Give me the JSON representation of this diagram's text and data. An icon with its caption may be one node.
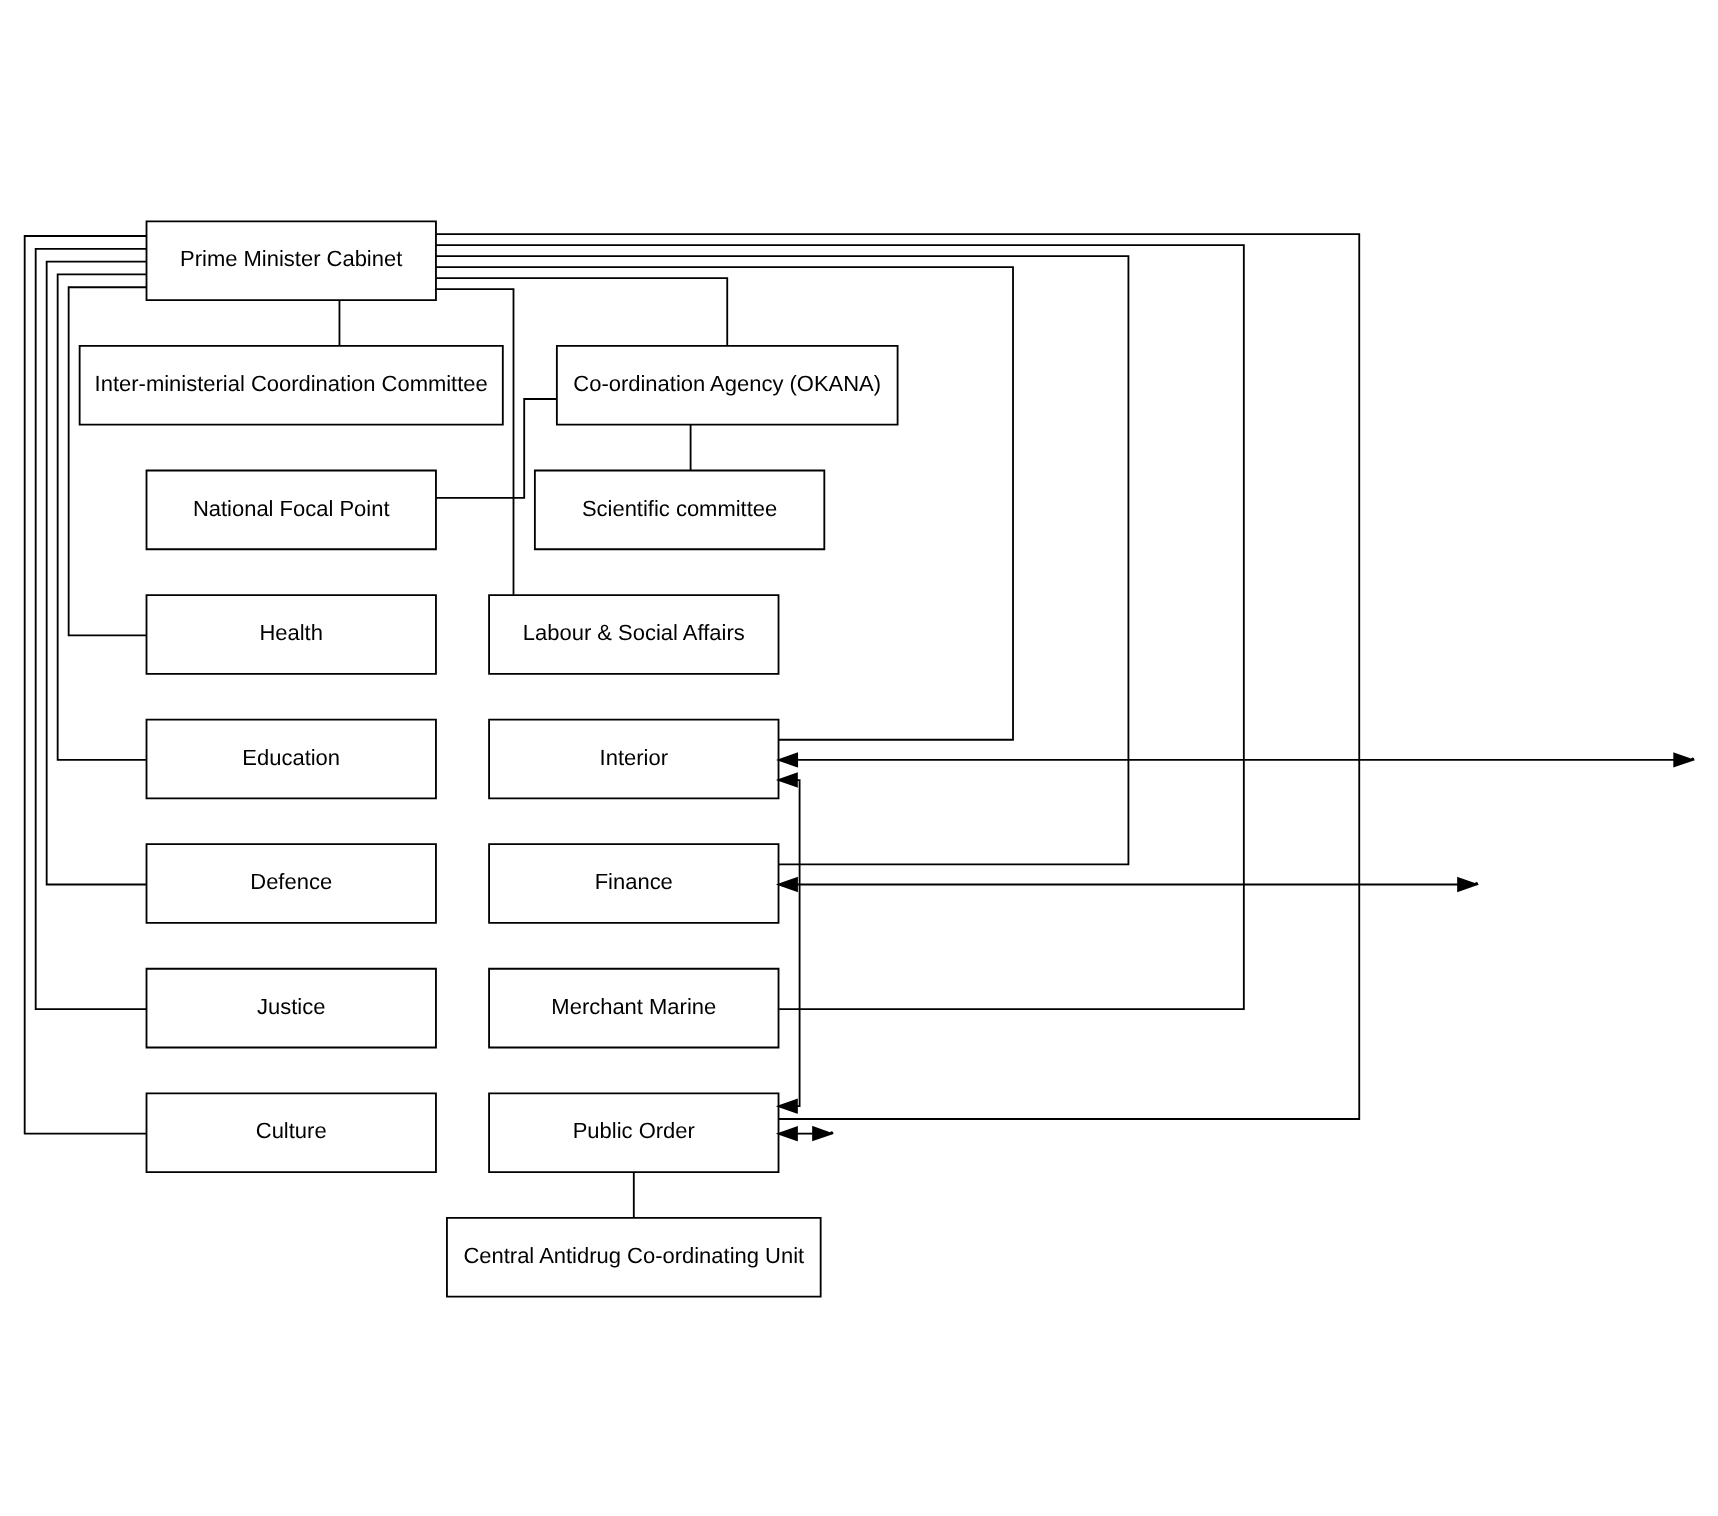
{
  "diagram": {
    "nodes": [
      {
        "text": [
          "Prime Minister Cabinet"
        ]
      },
      {
        "text": [
          "Inter-ministerial Coordination Committee"
        ]
      },
      {
        "text": [
          "Co-ordination Agency (OKANA)"
        ]
      },
      {
        "text": [
          "National Focal Point"
        ]
      },
      {
        "text": [
          "Scientific committee"
        ]
      },
      {
        "text": [
          "Health"
        ]
      },
      {
        "text": [
          "Labour & Social Affairs"
        ]
      },
      {
        "text": [
          "Education"
        ]
      },
      {
        "text": [
          "Interior"
        ]
      },
      {
        "text": [
          "Defence"
        ]
      },
      {
        "text": [
          "Finance"
        ]
      },
      {
        "text": [
          "Justice"
        ]
      },
      {
        "text": [
          "Merchant Marine"
        ]
      },
      {
        "text": [
          "Culture"
        ]
      },
      {
        "text": [
          "Public Order"
        ]
      },
      {
        "text": [
          "Central Antidrug Co-ordinating Unit"
        ]
      }
    ],
    "edges": [
      {
        "from": 0,
        "to": 1,
        "arrow": "none"
      },
      {
        "from": 0,
        "to": 2,
        "arrow": "none"
      },
      {
        "from": 2,
        "to": 3,
        "arrow": "none"
      },
      {
        "from": 2,
        "to": 4,
        "arrow": "none"
      },
      {
        "from": 0,
        "to": 5,
        "arrow": "none"
      },
      {
        "from": 0,
        "to": 6,
        "arrow": "none"
      },
      {
        "from": 0,
        "to": 7,
        "arrow": "none"
      },
      {
        "from": 0,
        "to": 8,
        "arrow": "none"
      },
      {
        "from": 0,
        "to": 9,
        "arrow": "none"
      },
      {
        "from": 0,
        "to": 10,
        "arrow": "none"
      },
      {
        "from": 0,
        "to": 11,
        "arrow": "none"
      },
      {
        "from": 0,
        "to": 12,
        "arrow": "none"
      },
      {
        "from": 0,
        "to": 13,
        "arrow": "none"
      },
      {
        "from": 0,
        "to": 14,
        "arrow": "none"
      },
      {
        "from": 14,
        "to": 15,
        "arrow": "none"
      },
      {
        "from": 8,
        "to": null,
        "arrow": "both"
      },
      {
        "from": 10,
        "to": null,
        "arrow": "both"
      },
      {
        "from": 14,
        "to": null,
        "arrow": "both"
      },
      {
        "from": 8,
        "to": 14,
        "arrow": "both"
      }
    ]
  }
}
